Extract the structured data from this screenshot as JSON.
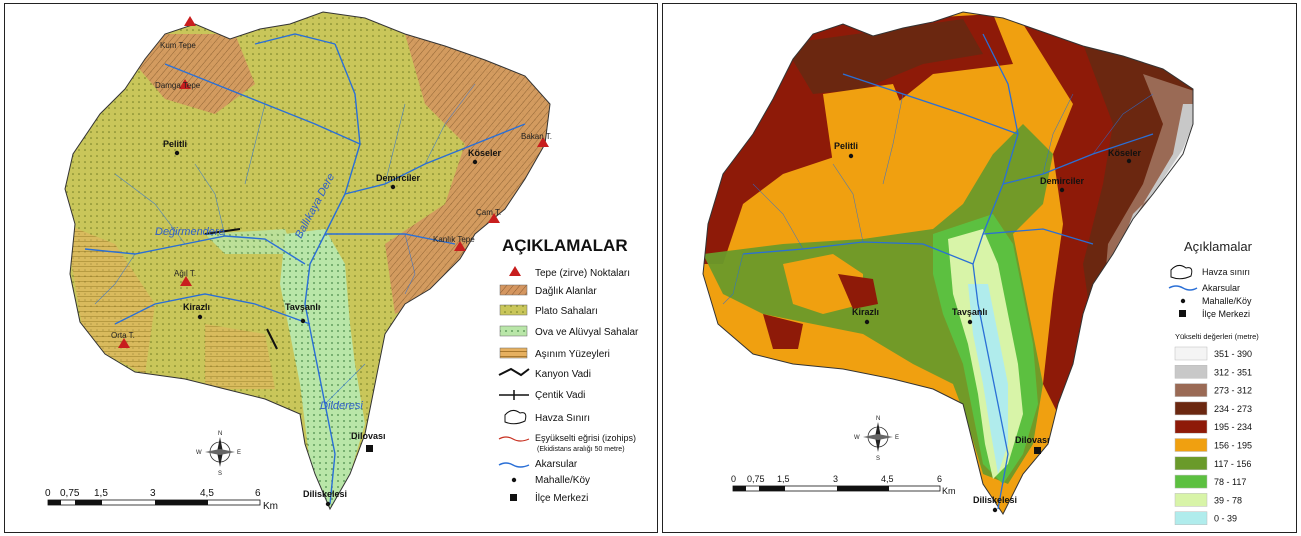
{
  "left_map": {
    "legend_title": "AÇIKLAMALAR",
    "legend": [
      {
        "key": "peak",
        "label": "Tepe (zirve) Noktaları"
      },
      {
        "key": "mountain",
        "label": "Dağlık Alanlar"
      },
      {
        "key": "plateau",
        "label": "Plato Sahaları"
      },
      {
        "key": "plain",
        "label": "Ova ve Alüvyal Sahalar"
      },
      {
        "key": "erosion",
        "label": "Aşınım Yüzeyleri"
      },
      {
        "key": "canyon",
        "label": "Kanyon Vadi"
      },
      {
        "key": "notch",
        "label": "Çentik Vadi"
      },
      {
        "key": "boundary",
        "label": "Havza Sınırı"
      },
      {
        "key": "contour",
        "label": "Eşyükselti eğrisi (izohips)",
        "note": "(Ekidistans aralığı 50 metre)"
      },
      {
        "key": "stream",
        "label": "Akarsular"
      },
      {
        "key": "village",
        "label": "Mahalle/Köy"
      },
      {
        "key": "district",
        "label": "İlçe Merkezi"
      }
    ],
    "places": {
      "pelitli": "Pelitli",
      "koseler": "Köseler",
      "demirciler": "Demirciler",
      "kirazli": "Kirazlı",
      "tavsanli": "Tavşanlı",
      "dilovasi": "Dilovası",
      "diliskelesi": "Diliskelesi"
    },
    "peaks": {
      "kum": "Kum Tepe",
      "damga": "Damga Tepe",
      "bakan": "Bakan T.",
      "cam": "Çam T.",
      "kanlik": "Kanlık Tepe",
      "agil": "Ağıl T.",
      "orta": "Orta T."
    },
    "rivers": {
      "ballikaya": "Ballıkaya Dere",
      "degirmendere": "Değirmendere",
      "dilderesi": "Dilderesi"
    },
    "scale": {
      "ticks": [
        "0",
        "0,75",
        "1,5",
        "3",
        "4,5",
        "6"
      ],
      "unit": "Km"
    }
  },
  "right_map": {
    "legend_title": "Açıklamalar",
    "legend": [
      {
        "key": "boundary",
        "label": "Havza sınırı"
      },
      {
        "key": "stream",
        "label": "Akarsular"
      },
      {
        "key": "village",
        "label": "Mahalle/Köy"
      },
      {
        "key": "district",
        "label": "İlçe Merkezi"
      }
    ],
    "elev_title": "Yükselti değerleri (metre)",
    "elev_classes": [
      {
        "label": "351 - 390",
        "color": "#f4f4f4"
      },
      {
        "label": "312 - 351",
        "color": "#c8c8c8"
      },
      {
        "label": "273 - 312",
        "color": "#9a6a55"
      },
      {
        "label": "234 - 273",
        "color": "#6b2710"
      },
      {
        "label": "195 - 234",
        "color": "#8e1a08"
      },
      {
        "label": "156 - 195",
        "color": "#f0a010"
      },
      {
        "label": "117 - 156",
        "color": "#6a9a2a"
      },
      {
        "label": "78 - 117",
        "color": "#5cc040"
      },
      {
        "label": "39 - 78",
        "color": "#d8f4a8"
      },
      {
        "label": "0 - 39",
        "color": "#b0ecec"
      }
    ],
    "places": {
      "pelitli": "Pelitli",
      "koseler": "Köseler",
      "demirciler": "Demirciler",
      "kirazli": "Kirazlı",
      "tavsanli": "Tavşanlı",
      "dilovasi": "Dilovası",
      "diliskelesi": "Diliskelesi"
    },
    "scale": {
      "ticks": [
        "0",
        "0,75",
        "1,5",
        "3",
        "4,5",
        "6"
      ],
      "unit": "Km"
    }
  },
  "compass": {
    "n": "N",
    "s": "S",
    "e": "E",
    "w": "W"
  },
  "colors": {
    "stream": "#2a6fd6",
    "peak": "#c81e1e",
    "plateau": "#c8c85a",
    "mountain": "#c8905a",
    "plain": "#b8e8a0"
  }
}
